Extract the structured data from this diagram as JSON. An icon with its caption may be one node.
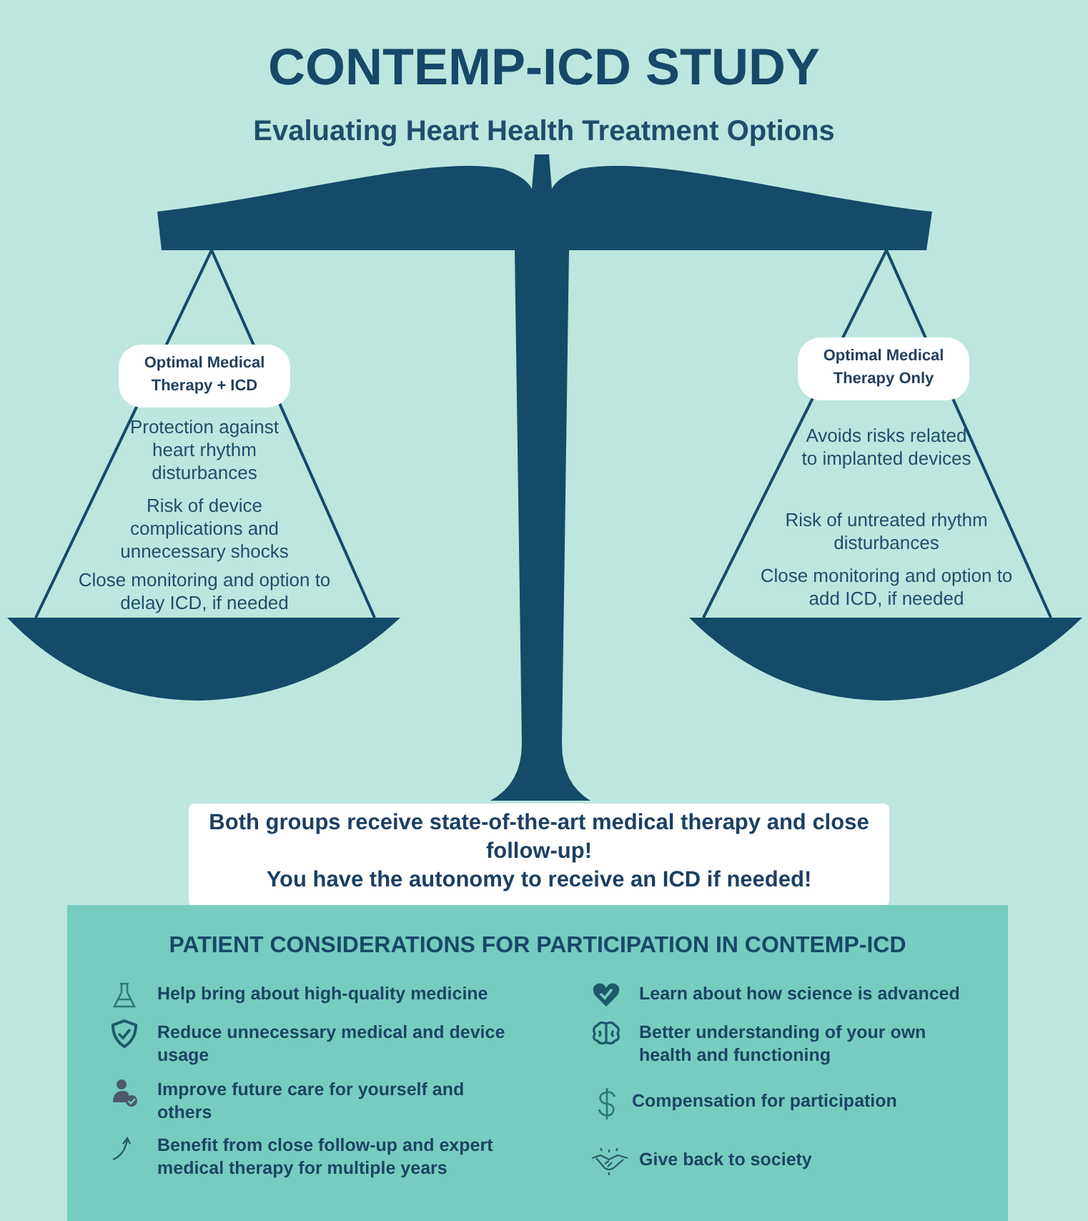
{
  "diagram": {
    "title": "CONTEMP-ICD STUDY",
    "nodes": [
      {
        "text": [
          "Optimal Medical Therapy + ICD"
        ]
      },
      {
        "text": [
          "Optimal Medical Therapy Only"
        ]
      },
      {
        "text": [
          "Both groups receive state-of-the-art medical therapy and close follow-up!",
          "You have the autonomy to receive an ICD if needed!"
        ]
      },
      {
        "text": [
          "PATIENT CONSIDERATIONS FOR PARTICIPATION IN CONTEMP-ICD"
        ]
      }
    ],
    "labels": [
      "Evaluating Heart Health Treatment Options",
      "Protection against heart rhythm disturbances",
      "Risk of device complications and unnecessary shocks",
      "Close monitoring and option to delay ICD, if needed",
      "Avoids risks related to implanted devices",
      "Risk  of untreated rhythm disturbances",
      "Close monitoring and option to add ICD, if needed",
      "Help bring about high-quality medicine",
      "Learn about how science is advanced",
      "Reduce unnecessary medical and device usage",
      "Better understanding of your own health and functioning",
      "Improve future care for yourself and others",
      "Compensation for participation",
      "Benefit from close follow-up and expert medical therapy for multiple years",
      "Give back to society"
    ]
  }
}
